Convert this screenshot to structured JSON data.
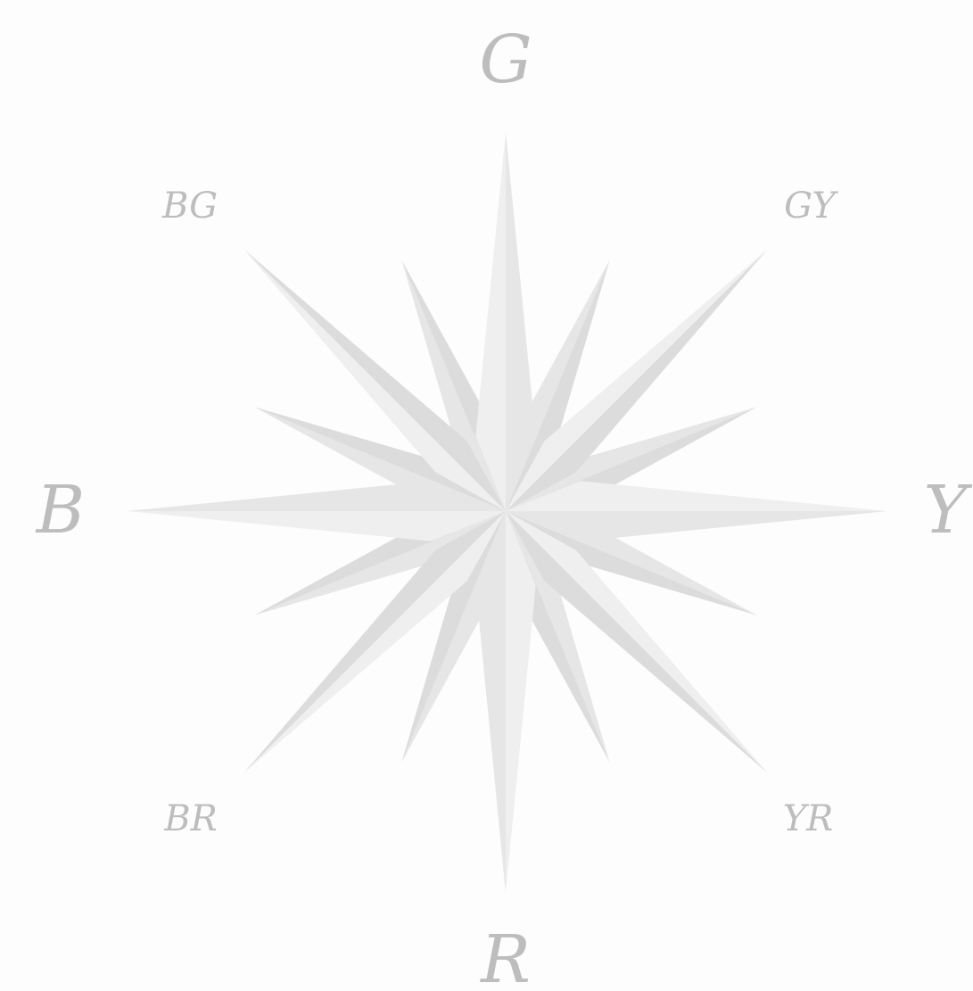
{
  "compass_rose": {
    "labels": {
      "north": "G",
      "south": "R",
      "west": "B",
      "east": "Y",
      "northwest": "BG",
      "northeast": "GY",
      "southwest": "BR",
      "southeast": "YR"
    },
    "colors": {
      "background": "#fdfdfd",
      "label": "#bdbdbd",
      "star_light": "#efefef",
      "star_mid": "#e6e6e6",
      "star_dark": "#dcdcdc"
    }
  }
}
